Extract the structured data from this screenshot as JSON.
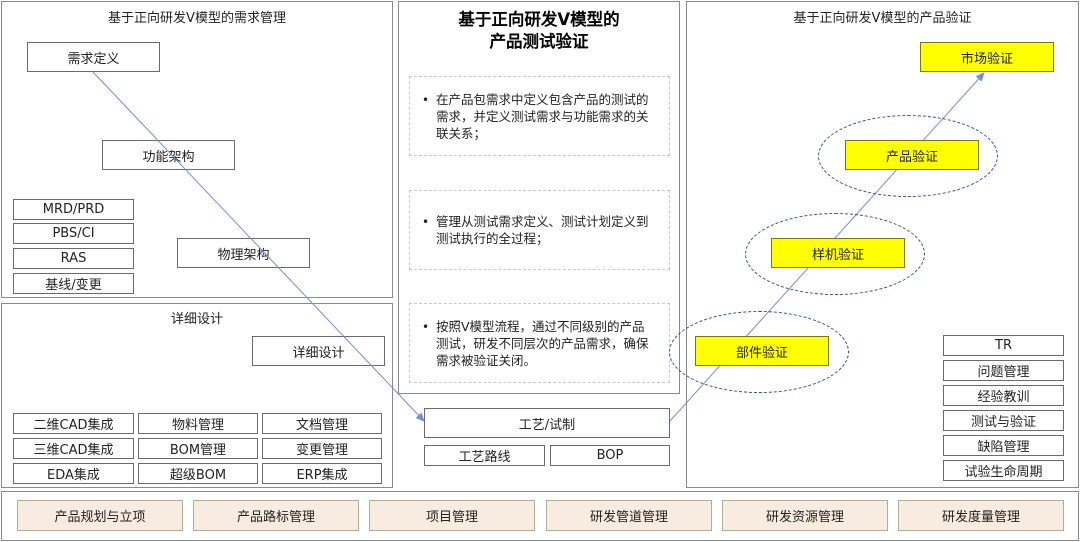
{
  "left_panel": {
    "title": "基于正向研发V模型的需求管理",
    "req_def": "需求定义",
    "func_arch": "功能架构",
    "phys_arch": "物理架构",
    "stack": [
      "MRD/PRD",
      "PBS/CI",
      "RAS",
      "基线/变更"
    ]
  },
  "detail_panel": {
    "title": "详细设计",
    "detail_box": "详细设计",
    "grid": [
      [
        "二维CAD集成",
        "物料管理",
        "文档管理"
      ],
      [
        "三维CAD集成",
        "BOM管理",
        "变更管理"
      ],
      [
        "EDA集成",
        "超级BOM",
        "ERP集成"
      ]
    ]
  },
  "middle_panel": {
    "title_line1": "基于正向研发V模型的",
    "title_line2": "产品测试验证",
    "bullets": [
      "在产品包需求中定义包含产品的测试的需求，并定义测试需求与功能需求的关联关系；",
      "管理从测试需求定义、测试计划定义到测试执行的全过程；",
      "按照V模型流程，通过不同级别的产品测试，研发不同层次的产品需求，确保需求被验证关闭。"
    ],
    "bullet_mark": "•"
  },
  "process": {
    "main": "工艺/试制",
    "sub1": "工艺路线",
    "sub2": "BOP"
  },
  "right_panel": {
    "title": "基于正向研发V模型的产品验证",
    "market": "市场验证",
    "product": "产品验证",
    "prototype": "样机验证",
    "component": "部件验证",
    "stack": [
      "TR",
      "问题管理",
      "经验教训",
      "测试与验证",
      "缺陷管理",
      "试验生命周期"
    ]
  },
  "bottom_bar": [
    "产品规划与立项",
    "产品路标管理",
    "项目管理",
    "研发管道管理",
    "研发资源管理",
    "研发度量管理"
  ],
  "colors": {
    "accent_yellow": "#ffff00",
    "arrow_blue": "#6f8fd9",
    "ellipse_blue": "#2f4f8f",
    "tan": "#f7ecdf"
  }
}
